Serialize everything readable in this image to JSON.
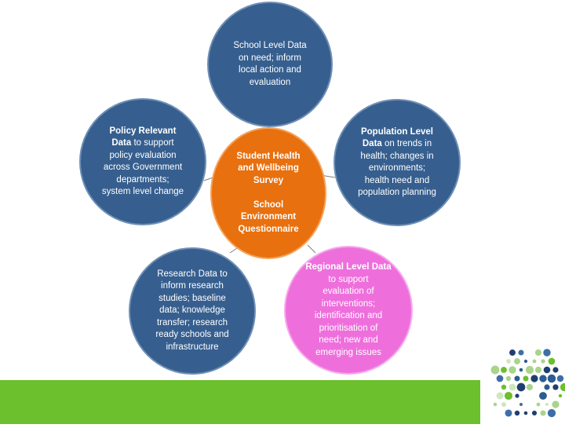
{
  "center": {
    "line1": "Student Health",
    "line2": "and Wellbeing",
    "line3": "Survey",
    "line4": "School",
    "line5": "Environment",
    "line6": "Questionnaire"
  },
  "nodes": {
    "school": {
      "bold1": "School Level Data",
      "rest1": "on need; inform",
      "rest2": "local action and",
      "rest3": "evaluation"
    },
    "policy": {
      "bold1": "Policy Relevant",
      "bold2": "Data",
      "rest0": " to support",
      "rest1": "policy evaluation",
      "rest2": "across Government",
      "rest3": "departments;",
      "rest4": "system level change"
    },
    "population": {
      "bold1": "Population Level",
      "bold2": "Data",
      "rest0": " on trends in",
      "rest1": "health; changes in",
      "rest2": "environments;",
      "rest3": "health need and",
      "rest4": "population planning"
    },
    "research": {
      "bold1": "Research Data",
      "rest0": " to",
      "rest1": "inform research",
      "rest2": "studies; baseline",
      "rest3": "data; knowledge",
      "rest4": "transfer; research",
      "rest5": "ready schools and",
      "rest6": "infrastructure"
    },
    "regional": {
      "bold1": "Regional Level Data",
      "rest1": "to support",
      "rest2": "evaluation of",
      "rest3": "interventions;",
      "rest4": "identification and",
      "rest5": "prioritisation of",
      "rest6": "need; new and",
      "rest7": "emerging issues"
    }
  },
  "colors": {
    "blue": "#365f8f",
    "orange": "#e8700f",
    "pink": "#ee6fdc",
    "green_bar": "#6cbf2d",
    "connector": "#7f7f7f"
  }
}
